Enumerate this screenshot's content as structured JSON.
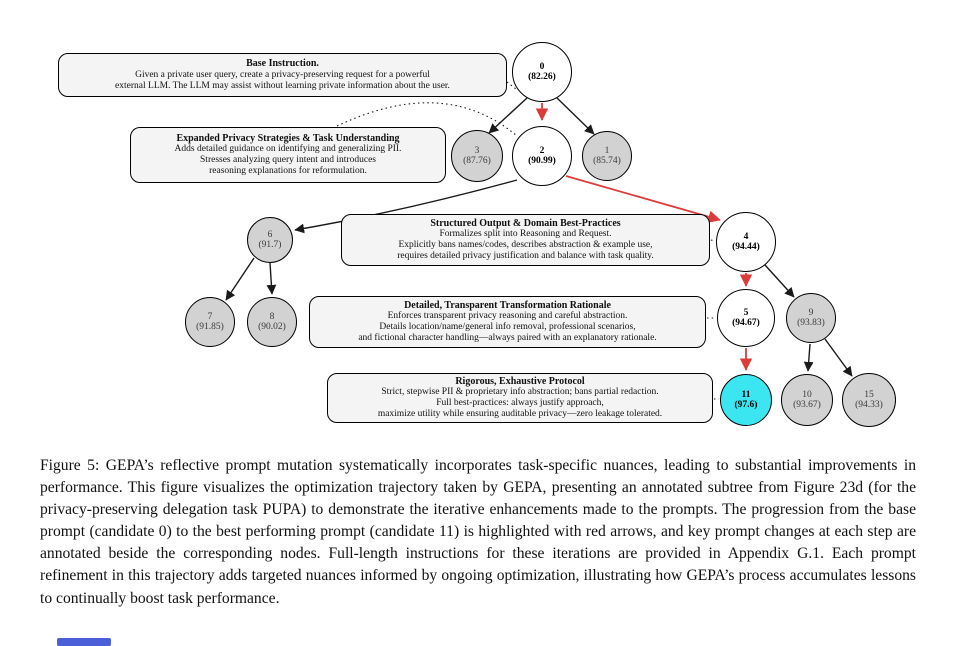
{
  "figure": {
    "caption": "Figure 5: GEPA’s reflective prompt mutation systematically incorporates task-specific nuances, leading to substantial improvements in performance. This figure visualizes the optimization trajectory taken by GEPA, presenting an annotated subtree from Figure 23d (for the privacy-preserving delegation task PUPA) to demonstrate the iterative enhancements made to the prompts. The progression from the base prompt (candidate 0) to the best performing prompt (candidate 11) is highlighted with red arrows, and key prompt changes at each step are annotated beside the corresponding nodes. Full-length instructions for these iterations are provided in Appendix G.1. Each prompt refinement in this trajectory adds targeted nuances informed by ongoing optimization, illustrating how GEPA’s process accumulates lessons to continually boost task performance."
  },
  "diagram": {
    "nodes": {
      "0": {
        "label": "0",
        "score": "(82.26)",
        "fill": "white",
        "on_red_path": true
      },
      "1": {
        "label": "1",
        "score": "(85.74)",
        "fill": "gray",
        "on_red_path": false
      },
      "2": {
        "label": "2",
        "score": "(90.99)",
        "fill": "white",
        "on_red_path": true
      },
      "3": {
        "label": "3",
        "score": "(87.76)",
        "fill": "gray",
        "on_red_path": false
      },
      "4": {
        "label": "4",
        "score": "(94.44)",
        "fill": "white",
        "on_red_path": true
      },
      "5": {
        "label": "5",
        "score": "(94.67)",
        "fill": "white",
        "on_red_path": true
      },
      "6": {
        "label": "6",
        "score": "(91.7)",
        "fill": "gray",
        "on_red_path": false
      },
      "7": {
        "label": "7",
        "score": "(91.85)",
        "fill": "gray",
        "on_red_path": false
      },
      "8": {
        "label": "8",
        "score": "(90.02)",
        "fill": "gray",
        "on_red_path": false
      },
      "9": {
        "label": "9",
        "score": "(93.83)",
        "fill": "gray",
        "on_red_path": false
      },
      "10": {
        "label": "10",
        "score": "(93.67)",
        "fill": "gray",
        "on_red_path": false
      },
      "11": {
        "label": "11",
        "score": "(97.6)",
        "fill": "cyan",
        "on_red_path": true
      },
      "15": {
        "label": "15",
        "score": "(94.33)",
        "fill": "gray",
        "on_red_path": false
      }
    },
    "annotations": {
      "base": {
        "title": "Base Instruction.",
        "lines": [
          "Given a private user query, create a privacy-preserving request for a powerful",
          "external LLM. The LLM may assist without learning private information about the user."
        ]
      },
      "expanded": {
        "title": "Expanded Privacy Strategies & Task Understanding",
        "lines": [
          "Adds detailed guidance on identifying and generalizing PII.",
          "Stresses analyzing query intent and introduces",
          "reasoning explanations for reformulation."
        ]
      },
      "structured": {
        "title": "Structured Output & Domain Best-Practices",
        "lines": [
          "Formalizes split into Reasoning and Request.",
          "Explicitly bans names/codes, describes abstraction & example use,",
          "requires detailed privacy justification and balance with task quality."
        ]
      },
      "detailed": {
        "title": "Detailed, Transparent Transformation Rationale",
        "lines": [
          "Enforces transparent privacy reasoning and careful abstraction.",
          "Details location/name/general info removal, professional scenarios,",
          "and fictional character handling—always paired with an explanatory rationale."
        ]
      },
      "rigorous": {
        "title": "Rigorous, Exhaustive Protocol",
        "lines": [
          "Strict, stepwise PII & proprietary info abstraction; bans partial redaction.",
          "Full best-practices: always justify approach,",
          "maximize utility while ensuring auditable privacy—zero leakage tolerated."
        ]
      }
    },
    "edges": [
      {
        "from": "0",
        "to": "3",
        "color": "black"
      },
      {
        "from": "0",
        "to": "2",
        "color": "red"
      },
      {
        "from": "0",
        "to": "1",
        "color": "black"
      },
      {
        "from": "2",
        "to": "6",
        "color": "black"
      },
      {
        "from": "2",
        "to": "4",
        "color": "red"
      },
      {
        "from": "6",
        "to": "7",
        "color": "black"
      },
      {
        "from": "6",
        "to": "8",
        "color": "black"
      },
      {
        "from": "4",
        "to": "5",
        "color": "red"
      },
      {
        "from": "4",
        "to": "9",
        "color": "black"
      },
      {
        "from": "5",
        "to": "11",
        "color": "red"
      },
      {
        "from": "9",
        "to": "10",
        "color": "black"
      },
      {
        "from": "9",
        "to": "15",
        "color": "black"
      }
    ],
    "annotation_links": [
      {
        "from": "base",
        "to": "0",
        "style": "dotted"
      },
      {
        "from": "expanded",
        "to": "2",
        "style": "dotted"
      },
      {
        "from": "structured",
        "to": "4",
        "style": "dotted"
      },
      {
        "from": "detailed",
        "to": "5",
        "style": "dotted"
      },
      {
        "from": "rigorous",
        "to": "11",
        "style": "dotted"
      }
    ]
  },
  "colors": {
    "node_gray": "#d2d2d2",
    "node_white": "#ffffff",
    "node_cyan": "#3ce6f0",
    "edge_black": "#1a1a1a",
    "edge_red": "#dd3a3a",
    "box_fill": "#f4f4f4",
    "bar_blue": "#4a5fd8"
  }
}
